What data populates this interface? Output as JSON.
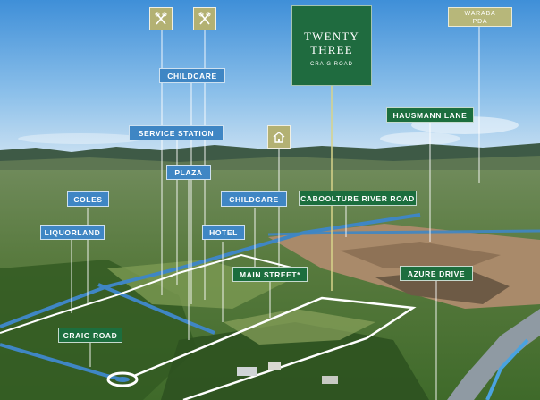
{
  "development": {
    "title_line1": "TWENTY",
    "title_line2": "THREE",
    "subtitle": "CRAIG ROAD"
  },
  "labels": {
    "childcare_top": "CHILDCARE",
    "service_station": "SERVICE STATION",
    "plaza": "PLAZA",
    "coles": "COLES",
    "childcare_mid": "CHILDCARE",
    "liquorland": "LIQUORLAND",
    "hotel": "HOTEL",
    "main_street": "MAIN STREET*",
    "craig_road": "CRAIG ROAD",
    "azure_drive": "AZURE DRIVE",
    "hausmann_lane": "HAUSMANN LANE",
    "caboolture_river_road": "CABOOLTURE RIVER ROAD",
    "waraba_line1": "WARABA",
    "waraba_line2": "PDA"
  },
  "icons": [
    "restaurant-icon",
    "restaurant-icon",
    "house-icon"
  ],
  "colors": {
    "blue_label": "#3f86c4",
    "green_label": "#1c6e3e",
    "tan_label": "#b7b77a",
    "boundary": "#ffffff"
  }
}
